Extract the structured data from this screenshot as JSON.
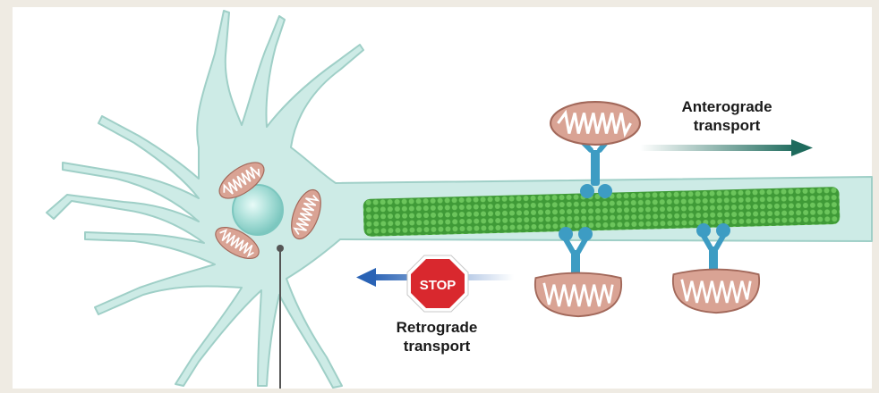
{
  "labels": {
    "anterograde_line1": "Anterograde",
    "anterograde_line2": "transport",
    "retrograde_line1": "Retrograde",
    "retrograde_line2": "transport",
    "stop_sign": "STOP"
  },
  "colors": {
    "background": "#efebe3",
    "panel": "#ffffff",
    "cell_fill": "#cdebe6",
    "cell_outline": "#9fcfc7",
    "nucleus": "#8fd3cc",
    "mitochondrion": "#d9a394",
    "mitochondrion_outline": "#a2685a",
    "microtubule": "#4aa53e",
    "motor_protein": "#3d9cc3",
    "anterograde_arrow": "#1f6b5d",
    "retrograde_arrow": "#2a63b5",
    "stop_sign": "#d9282e",
    "text": "#1a1a1a"
  },
  "icons": {
    "stop_sign": "stop-sign-icon",
    "anterograde_arrow": "arrow-right-icon",
    "retrograde_arrow": "arrow-left-icon"
  }
}
